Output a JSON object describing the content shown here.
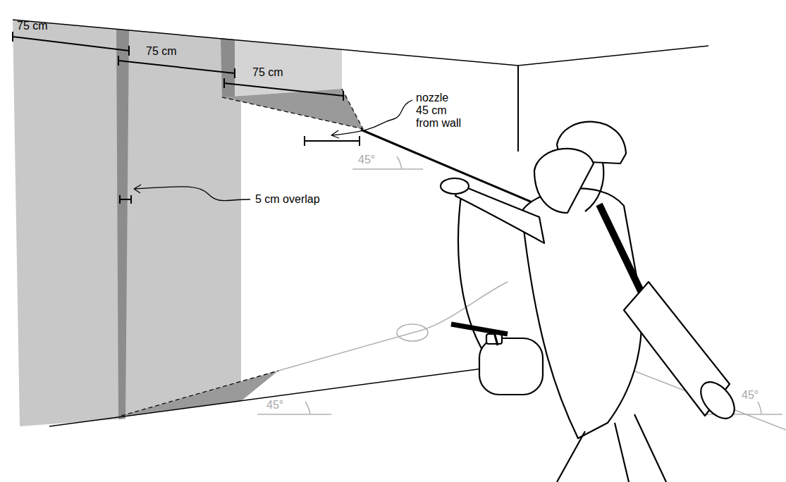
{
  "diagram": {
    "labels": [
      "75 cm",
      "75 cm",
      "75 cm",
      "nozzle 45 cm from wall",
      "5 cm overlap",
      "45°",
      "45°",
      "45°"
    ]
  }
}
